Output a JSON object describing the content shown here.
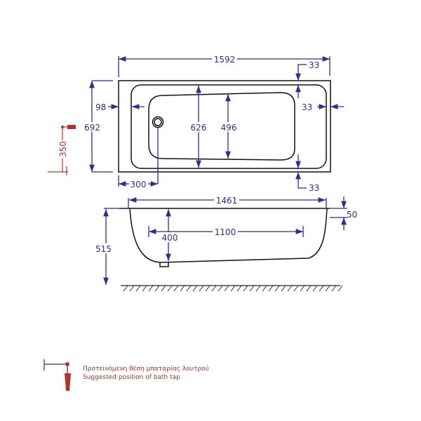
{
  "top_view": {
    "overall_length": "1592",
    "overall_width": "692",
    "rim_end_top": "33",
    "rim_end_side": "33",
    "rim_bottom": "33",
    "rim_left": "98",
    "inner_width": "626",
    "basin_width": "496",
    "drain_offset": "300",
    "tap_height": "350"
  },
  "side_view": {
    "length": "1461",
    "rim_thickness": "50",
    "height": "515",
    "depth": "400",
    "bottom_length": "1100"
  },
  "legend": {
    "line_greek": "Προτεινόμενη θέση μπαταρίας λουτρού",
    "line_english": "Suggested position of bath tap"
  },
  "colors": {
    "dimension": "#2e2e8c",
    "tap": "#b5302a",
    "outline": "#111111"
  }
}
